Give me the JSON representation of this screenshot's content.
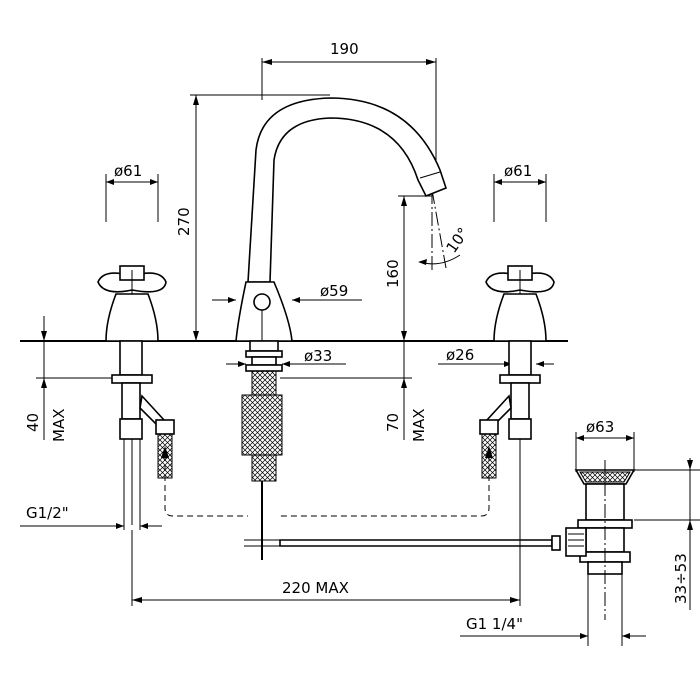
{
  "dimensions": {
    "spout_width": "190",
    "left_handle_dia": "ø61",
    "right_handle_dia": "ø61",
    "height_total": "270",
    "spout_outlet_height": "160",
    "spout_angle": "10°",
    "base_dia": "ø59",
    "shank_dia": "ø33",
    "tap_shank_dia": "ø26",
    "waste_dia": "ø63",
    "left_max": "40",
    "left_max_label": "MAX",
    "center_max": "70",
    "center_max_label": "MAX",
    "inlet_thread": "G1/2\"",
    "spacing": "220 MAX",
    "waste_thread": "G1 1/4\"",
    "waste_range": "33÷53"
  }
}
